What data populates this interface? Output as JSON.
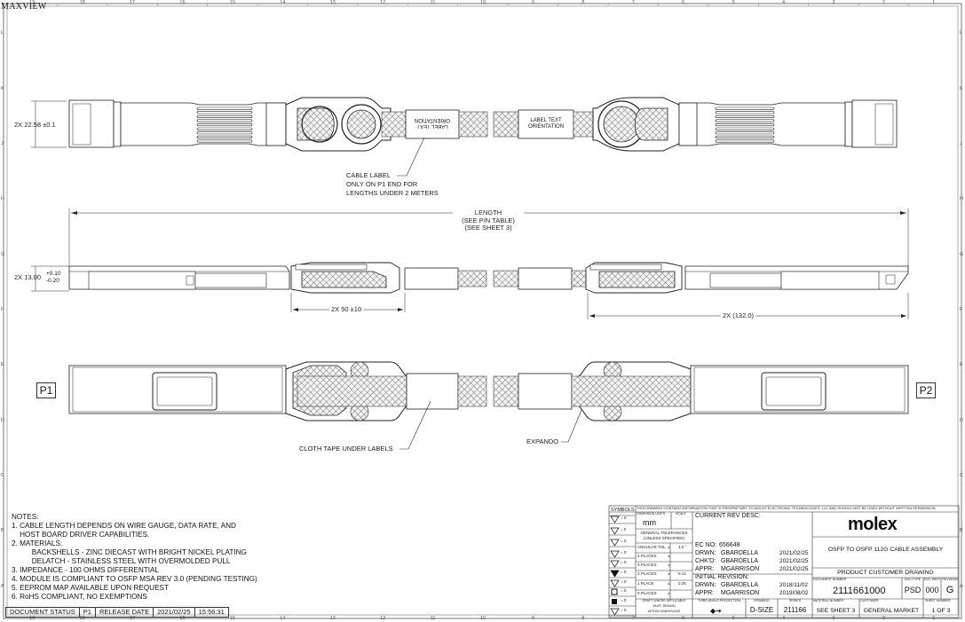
{
  "app": {
    "watermark": "MAXVIEW"
  },
  "borders": {
    "top_numbers": [
      "19",
      "18",
      "17",
      "16",
      "15",
      "14",
      "13",
      "12",
      "11",
      "10",
      "9",
      "8",
      "7",
      "6",
      "5",
      "4",
      "3",
      "2",
      "1"
    ],
    "side_letters": [
      "L",
      "K",
      "J",
      "H",
      "G",
      "F",
      "E",
      "D",
      "C",
      "B",
      "A"
    ]
  },
  "views": {
    "top": {
      "dim_left": "2X 22.58 ±0.1",
      "label_text_left": "LABEL TEXT\nORIENTATION",
      "label_text_right": "LABEL TEXT\nORIENTATION",
      "cable_label_callout": [
        "CABLE LABEL",
        "ONLY ON P1 END FOR",
        "LENGTHS UNDER 2 METERS"
      ]
    },
    "side": {
      "length": [
        "LENGTH",
        "(SEE P/N TABLE)",
        "(SEE SHEET 3)"
      ],
      "dim_height_main": "2X 13.00",
      "dim_height_tol_upper": "+0.10",
      "dim_height_tol_lower": "-0.20",
      "dim_50": "2X 50 ±10",
      "dim_132": "2X (132.0)"
    },
    "bottom": {
      "p1": "P1",
      "p2": "P2",
      "cloth_tape": "CLOTH TAPE UNDER LABELS",
      "expando": "EXPANDO"
    }
  },
  "notes": {
    "title": "NOTES:",
    "lines": [
      "1. CABLE LENGTH DEPENDS ON WIRE GAUGE, DATA RATE, AND",
      "    HOST BOARD DRIVER CAPABILITIES.",
      "2. MATERIALS:",
      "          BACKSHELLS - ZINC DIECAST WITH BRIGHT NICKEL PLATING",
      "          DELATCH - STAINLESS STEEL WITH OVERMOLDED PULL",
      "3. IMPEDANCE - 100 OHMS DIFFERENTIAL",
      "4. MODULE IS COMPLIANT TO OSFP MSA REV 3.0 (PENDING TESTING)",
      "5. EEPROM MAP AVAILABLE UPON REQUEST",
      "6. RoHS COMPLIANT, NO EXEMPTIONS"
    ]
  },
  "status_bar": {
    "document_status_label": "DOCUMENT STATUS",
    "document_status": "P1",
    "release_date_label": "RELEASE DATE",
    "release_date": "2021/02/25",
    "release_time": "15:56:31"
  },
  "title_block": {
    "proprietary": "THIS DRAWING CONTAINS INFORMATION THAT IS PROPRIETARY TO MOLEX ELECTRONIC TECHNOLOGIES, LLC AND SHOULD NOT BE USED WITHOUT WRITTEN PERMISSION",
    "symbols": "SYMBOLS",
    "dimension_units_label": "DIMENSION UNITS",
    "scale_label": "SCALE",
    "units": "mm",
    "general_tolerances": "GENERAL TOLERANCES",
    "unless_specified": "(UNLESS SPECIFIED)",
    "angular_tol": "ANGULAR TOL",
    "angular_pm": "±",
    "angular_val": "1.0 °",
    "places": [
      "4 PLACES",
      "3 PLACES",
      "2 PLACES",
      "1 PLACE",
      "0 PLACES"
    ],
    "places_pm": [
      "±",
      "±",
      "±",
      "±",
      "±"
    ],
    "places_vals": [
      "",
      "",
      "0.13",
      "0.25",
      ""
    ],
    "symbol_vals": [
      "= 0",
      "= 0",
      "= 0",
      "= 0",
      "= 0",
      "= 0",
      "= 0",
      "= 0",
      "= 0",
      "= 0"
    ],
    "draft_where": [
      "DRAFT WHERE APPLICABLE",
      "MUST REMAIN",
      "WITHIN DIMENSIONS"
    ],
    "current_rev_desc": "CURRENT REV DESC:",
    "ec_no_label": "EC NO:",
    "ec_no": "656648",
    "drwn_label": "DRWN:",
    "drwn": "GBARDELLA",
    "drwn_date": "2021/02/25",
    "chkd_label": "CHK'D:",
    "chkd": "GBARDELLA",
    "chkd_date": "2021/02/25",
    "appr_label": "APPR:",
    "appr": "MGARRISON",
    "appr_date": "2021/02/25",
    "initial_revision": "INITIAL REVISION:",
    "init_drwn_label": "DRWN:",
    "init_drwn": "GBARDELLA",
    "init_drwn_date": "2018/11/02",
    "init_appr_label": "APPR:",
    "init_appr": "MGARRISON",
    "init_appr_date": "2019/08/02",
    "third_angle": "THIRD ANGLE PROJECTION",
    "drawing_label": "DRAWING",
    "drawing_size": "D-SIZE",
    "series_label": "SERIES",
    "series": "211166",
    "brand": "molex",
    "title": "OSFP TO OSFP 112G CABLE ASSEMBLY",
    "product_customer": "PRODUCT CUSTOMER DRAWING",
    "document_number_label": "DOCUMENT NUMBER",
    "document_number": "2111661000",
    "doc_type_label": "DOC TYPE",
    "doc_type": "PSD",
    "doc_part_label": "DOC PART",
    "doc_part": "000",
    "revision_label": "REVISION",
    "revision": "G",
    "material_number_label": "MATERIAL NUMBER",
    "material_number": "SEE SHEET 3",
    "customer_label": "CUSTOMER",
    "customer": "GENERAL MARKET",
    "sheet_number_label": "SHEET NUMBER",
    "sheet_number": "1 OF 3"
  }
}
